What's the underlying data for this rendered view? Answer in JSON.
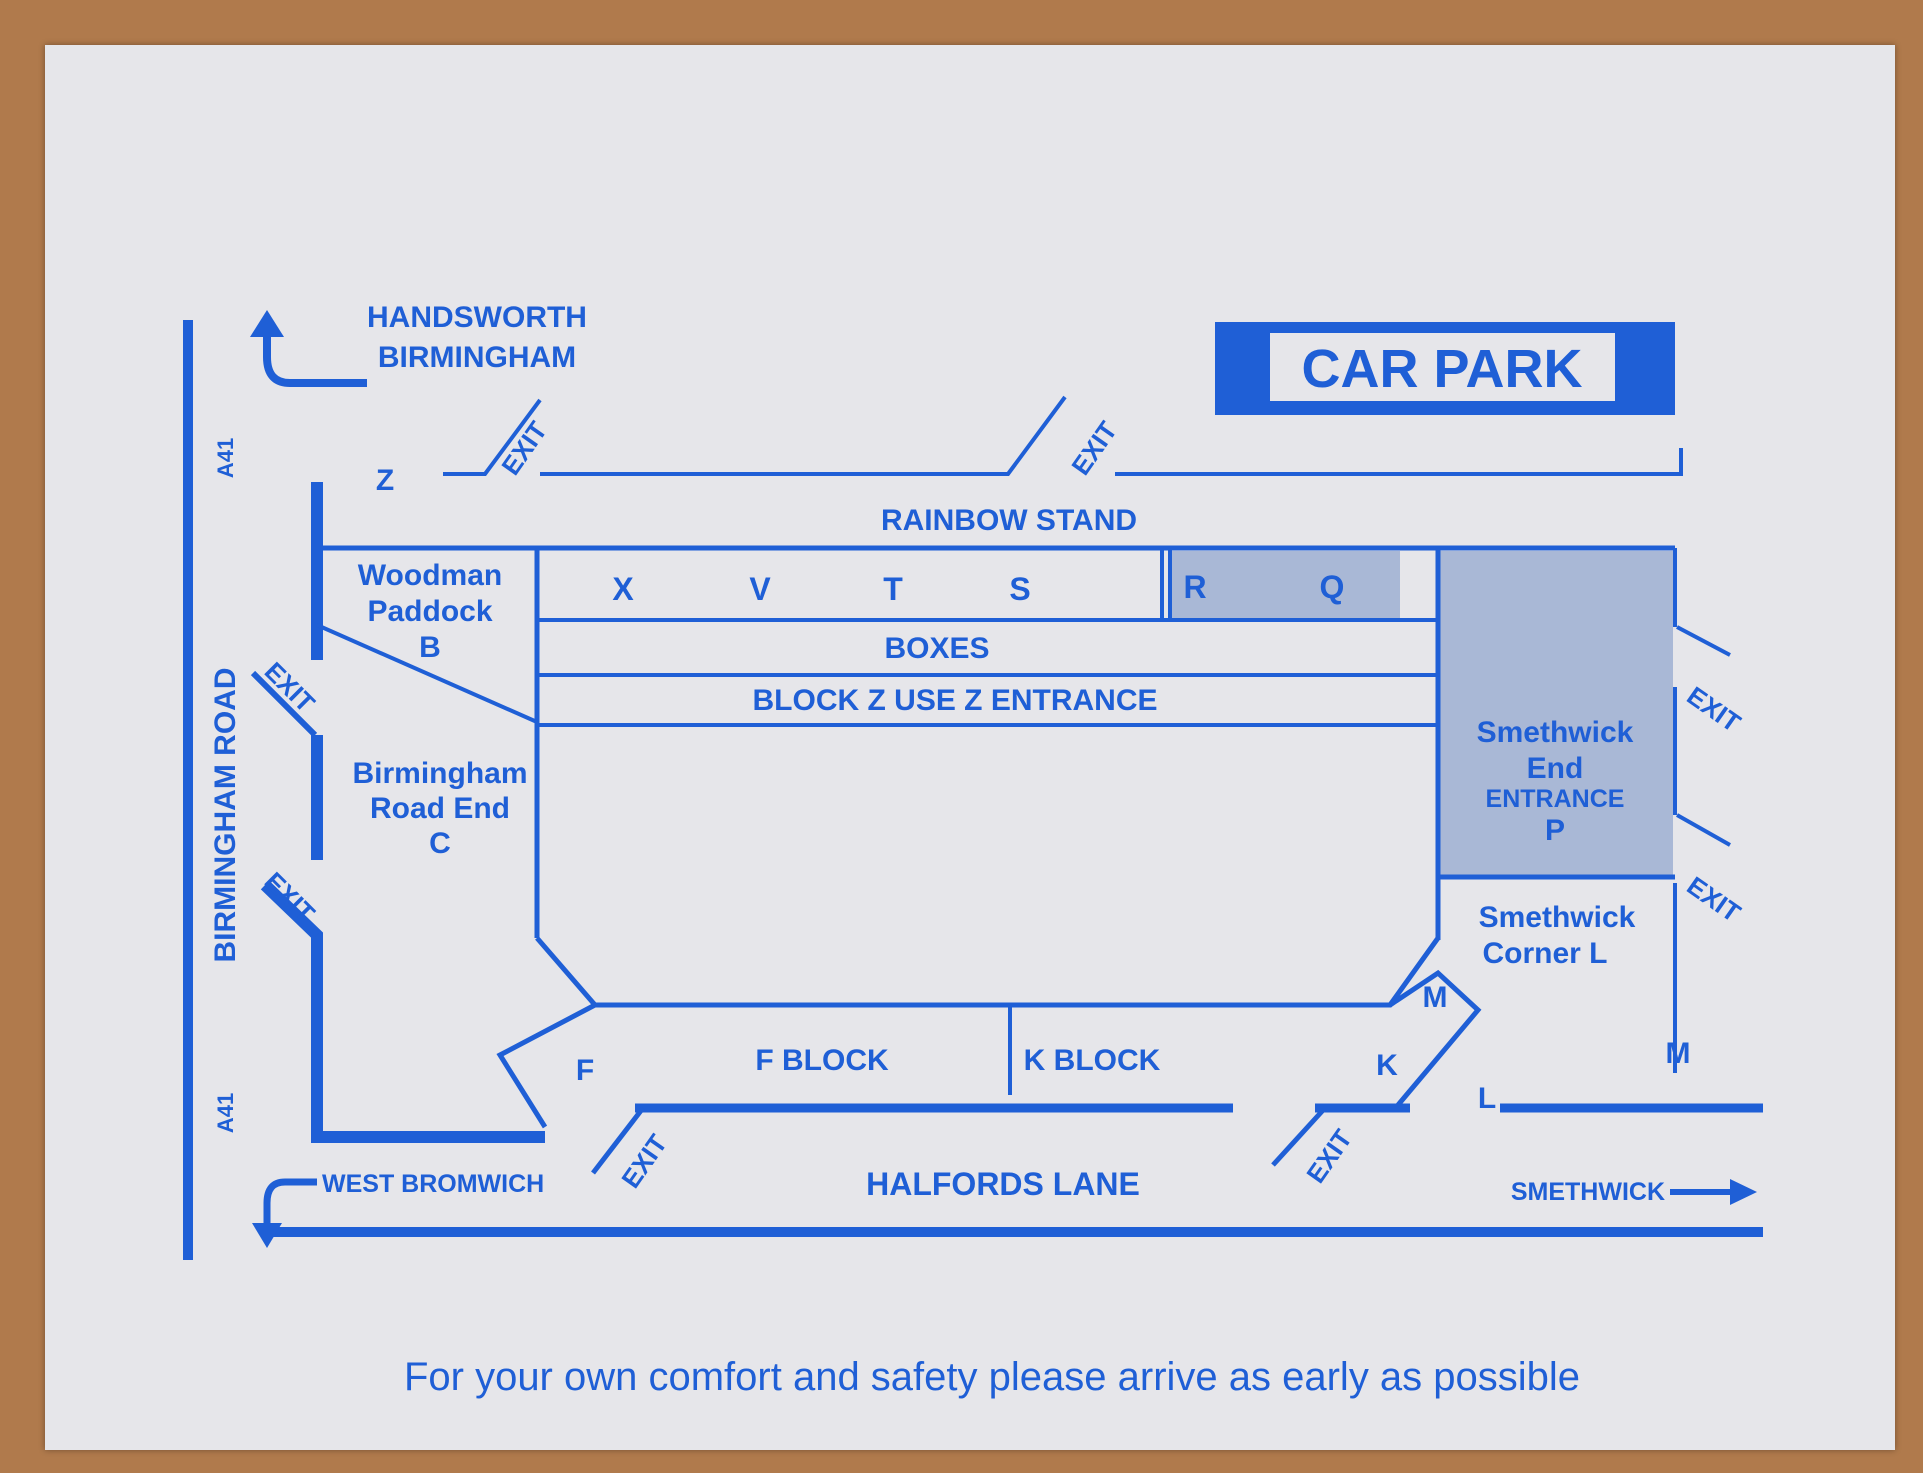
{
  "map": {
    "car_park": "CAR PARK",
    "handsworth": "HANDSWORTH",
    "birmingham": "BIRMINGHAM",
    "a41_top": "A41",
    "a41_bottom": "A41",
    "birmingham_road": "BIRMINGHAM ROAD",
    "z_marker": "Z",
    "exit": "EXIT",
    "rainbow_stand": "RAINBOW STAND",
    "woodman_paddock_1": "Woodman",
    "woodman_paddock_2": "Paddock",
    "woodman_paddock_3": "B",
    "blocks": [
      "X",
      "V",
      "T",
      "S",
      "R",
      "Q"
    ],
    "boxes": "BOXES",
    "block_z": "BLOCK Z USE Z ENTRANCE",
    "brum_road_end_1": "Birmingham",
    "brum_road_end_2": "Road End",
    "brum_road_end_3": "C",
    "smethwick_end_1": "Smethwick",
    "smethwick_end_2": "End",
    "smethwick_end_3": "ENTRANCE",
    "smethwick_end_4": "P",
    "smethwick_corner_1": "Smethwick",
    "smethwick_corner_2": "Corner L",
    "f_block": "F BLOCK",
    "k_block": "K BLOCK",
    "f_marker": "F",
    "m_marker": "M",
    "m_marker_2": "M",
    "k_marker": "K",
    "l_marker": "L",
    "west_bromwich": "WEST BROMWICH",
    "halfords_lane": "HALFORDS LANE",
    "smethwick": "SMETHWICK",
    "footer": "For your own comfort and safety please arrive as early as possible"
  },
  "colors": {
    "ink": "#1f5fd6",
    "paper": "#e6e6ea",
    "shade": "#a9b8d6"
  }
}
